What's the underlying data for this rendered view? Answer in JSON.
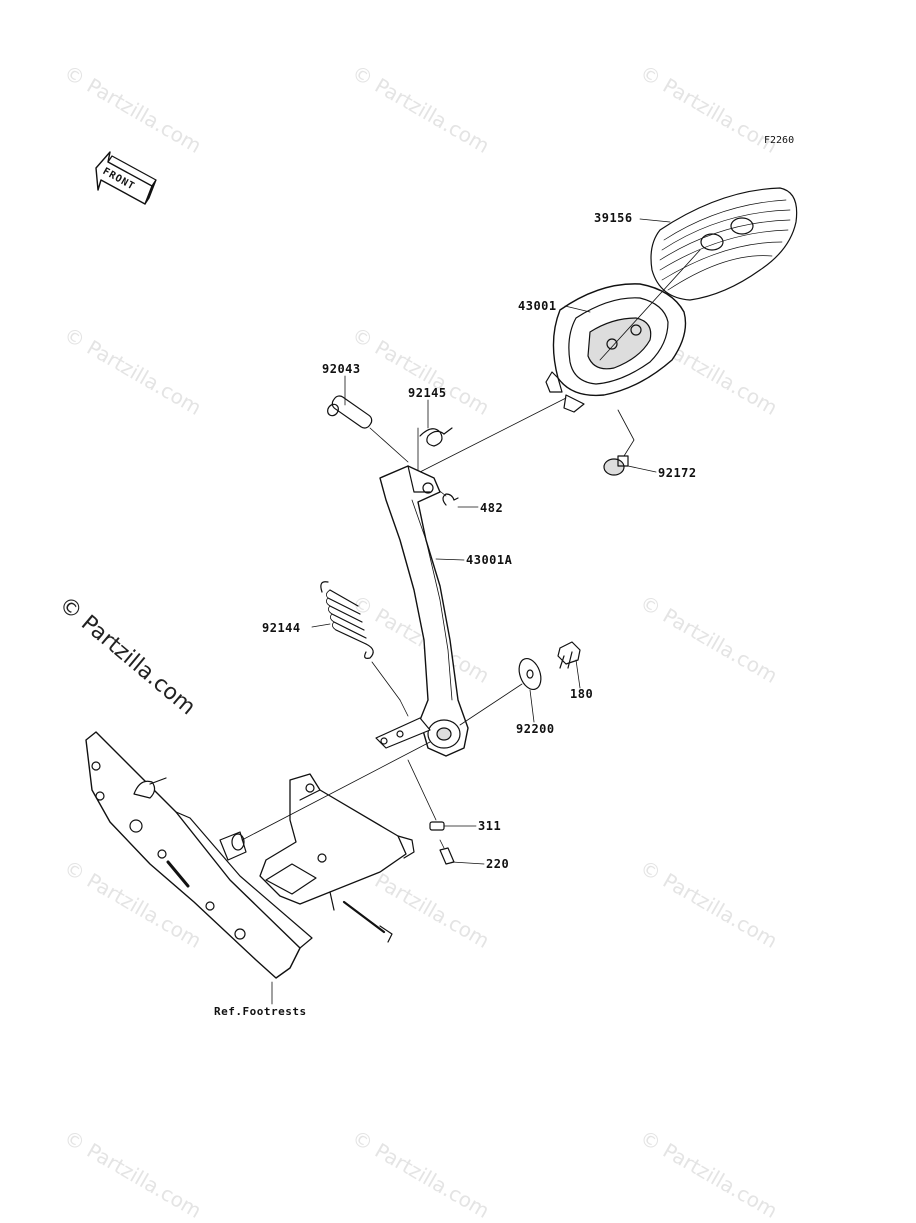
{
  "diagram": {
    "code": "F2260",
    "front_label": "FRONT",
    "watermark": "© Partzilla.com",
    "parts": {
      "p39156": "39156",
      "p43001": "43001",
      "p92043": "92043",
      "p92145": "92145",
      "p92172": "92172",
      "p482": "482",
      "p43001A": "43001A",
      "p92144": "92144",
      "p180": "180",
      "p92200": "92200",
      "p311": "311",
      "p220": "220"
    },
    "ref_label": "Ref.Footrests"
  }
}
